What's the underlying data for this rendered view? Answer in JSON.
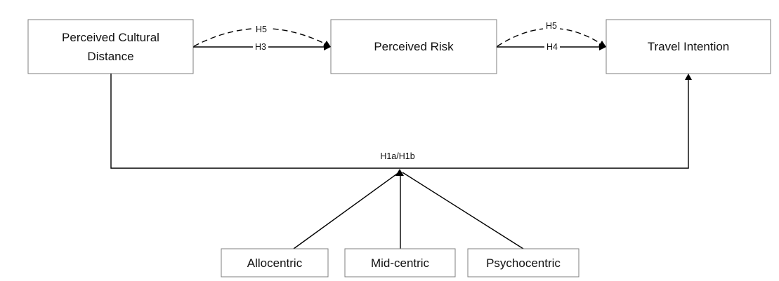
{
  "nodes": {
    "perceived_cultural_distance": {
      "line1": "Perceived Cultural",
      "line2": "Distance"
    },
    "perceived_risk": {
      "label": "Perceived Risk"
    },
    "travel_intention": {
      "label": "Travel Intention"
    },
    "allocentric": {
      "label": "Allocentric"
    },
    "mid_centric": {
      "label": "Mid-centric"
    },
    "psychocentric": {
      "label": "Psychocentric"
    }
  },
  "edges": {
    "pcd_to_pr": {
      "label": "H3"
    },
    "pcd_to_pr_mediation": {
      "label": "H5"
    },
    "pr_to_ti": {
      "label": "H4"
    },
    "pr_to_ti_mediation": {
      "label": "H5"
    },
    "pcd_to_ti_moderated": {
      "label": "H1a/H1b"
    }
  }
}
